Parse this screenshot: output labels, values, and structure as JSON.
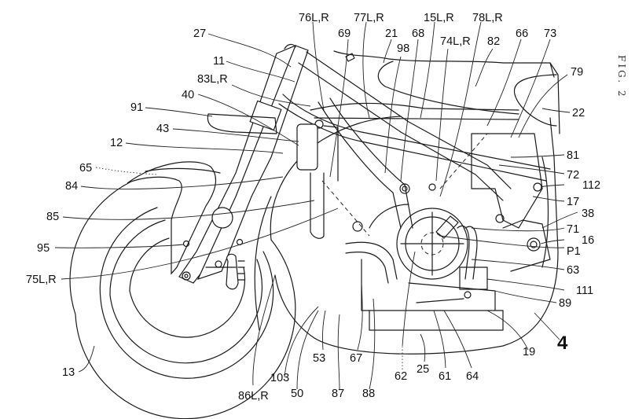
{
  "figure": {
    "title": "FIG. 2",
    "subject": "motorcycle side view patent drawing",
    "assembly_label": "4"
  },
  "labels": [
    {
      "id": "27",
      "text": "27"
    },
    {
      "id": "11",
      "text": "11"
    },
    {
      "id": "83",
      "text": "83L,R"
    },
    {
      "id": "40",
      "text": "40"
    },
    {
      "id": "91",
      "text": "91"
    },
    {
      "id": "43",
      "text": "43"
    },
    {
      "id": "12",
      "text": "12"
    },
    {
      "id": "65",
      "text": "65"
    },
    {
      "id": "84",
      "text": "84"
    },
    {
      "id": "85",
      "text": "85"
    },
    {
      "id": "95",
      "text": "95"
    },
    {
      "id": "75",
      "text": "75L,R"
    },
    {
      "id": "13",
      "text": "13"
    },
    {
      "id": "86",
      "text": "86L,R"
    },
    {
      "id": "103",
      "text": "103"
    },
    {
      "id": "50",
      "text": "50"
    },
    {
      "id": "53",
      "text": "53"
    },
    {
      "id": "87",
      "text": "87"
    },
    {
      "id": "67",
      "text": "67"
    },
    {
      "id": "88",
      "text": "88"
    },
    {
      "id": "62",
      "text": "62"
    },
    {
      "id": "25",
      "text": "25"
    },
    {
      "id": "61",
      "text": "61"
    },
    {
      "id": "64",
      "text": "64"
    },
    {
      "id": "19",
      "text": "19"
    },
    {
      "id": "76",
      "text": "76L,R"
    },
    {
      "id": "77",
      "text": "77L,R"
    },
    {
      "id": "69",
      "text": "69"
    },
    {
      "id": "21",
      "text": "21"
    },
    {
      "id": "98",
      "text": "98"
    },
    {
      "id": "68",
      "text": "68"
    },
    {
      "id": "15",
      "text": "15L,R"
    },
    {
      "id": "74",
      "text": "74L,R"
    },
    {
      "id": "78",
      "text": "78L,R"
    },
    {
      "id": "82",
      "text": "82"
    },
    {
      "id": "66",
      "text": "66"
    },
    {
      "id": "73",
      "text": "73"
    },
    {
      "id": "79",
      "text": "79"
    },
    {
      "id": "22",
      "text": "22"
    },
    {
      "id": "81",
      "text": "81"
    },
    {
      "id": "72",
      "text": "72"
    },
    {
      "id": "112",
      "text": "112"
    },
    {
      "id": "17",
      "text": "17"
    },
    {
      "id": "38",
      "text": "38"
    },
    {
      "id": "71",
      "text": "71"
    },
    {
      "id": "16",
      "text": "16"
    },
    {
      "id": "P1",
      "text": "P1"
    },
    {
      "id": "63",
      "text": "63"
    },
    {
      "id": "111",
      "text": "111"
    },
    {
      "id": "89",
      "text": "89"
    }
  ]
}
